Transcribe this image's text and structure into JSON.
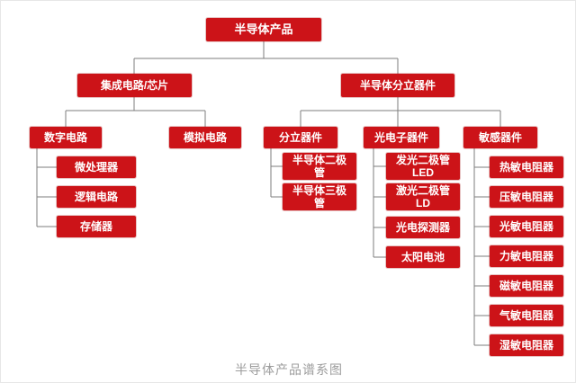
{
  "diagram": {
    "title_caption": "半导体产品谱系图",
    "colors": {
      "node_fill": "#cc1318",
      "node_text": "#ffffff",
      "connector_line": "#7e7e7e",
      "caption_text": "#9c9c9c"
    },
    "nodes": {
      "root": {
        "label": "半导体产品"
      },
      "l1": [
        {
          "label": "集成电路/芯片"
        },
        {
          "label": "半导体分立器件"
        }
      ],
      "l2": [
        {
          "label": "数字电路"
        },
        {
          "label": "模拟电路"
        },
        {
          "label": "分立器件"
        },
        {
          "label": "光电子器件"
        },
        {
          "label": "敏感器件"
        }
      ],
      "digital_leaves": [
        {
          "label": "微处理器"
        },
        {
          "label": "逻辑电路"
        },
        {
          "label": "存储器"
        }
      ],
      "discrete_leaves": [
        {
          "label": "半导体二极\n管"
        },
        {
          "label": "半导体三极\n管"
        }
      ],
      "opto_leaves": [
        {
          "label": "发光二极管\nLED"
        },
        {
          "label": "激光二极管\nLD"
        },
        {
          "label": "光电探测器"
        },
        {
          "label": "太阳电池"
        }
      ],
      "sensor_leaves": [
        {
          "label": "热敏电阻器"
        },
        {
          "label": "压敏电阻器"
        },
        {
          "label": "光敏电阻器"
        },
        {
          "label": "力敏电阻器"
        },
        {
          "label": "磁敏电阻器"
        },
        {
          "label": "气敏电阻器"
        },
        {
          "label": "湿敏电阻器"
        }
      ]
    }
  }
}
